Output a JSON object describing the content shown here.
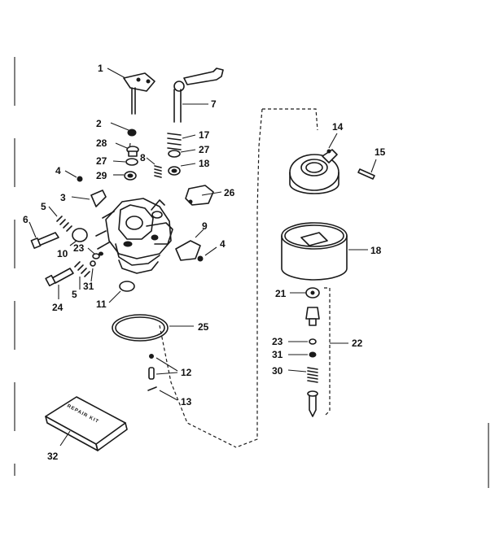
{
  "diagram": {
    "labels": {
      "p1": "1",
      "p2": "2",
      "p3": "3",
      "p4a": "4",
      "p4b": "4",
      "p5a": "5",
      "p5b": "5",
      "p6": "6",
      "p7": "7",
      "p8": "8",
      "p9": "9",
      "p10": "10",
      "p11": "11",
      "p12": "12",
      "p13": "13",
      "p14": "14",
      "p15": "15",
      "p17": "17",
      "p18a": "18",
      "p18b": "18",
      "p21": "21",
      "p22": "22",
      "p23a": "23",
      "p23b": "23",
      "p24": "24",
      "p25": "25",
      "p26": "26",
      "p27a": "27",
      "p27b": "27",
      "p28": "28",
      "p29": "29",
      "p30": "30",
      "p31a": "31",
      "p31b": "31",
      "p32": "32"
    },
    "repair_kit_text": "REPAIR KIT"
  }
}
